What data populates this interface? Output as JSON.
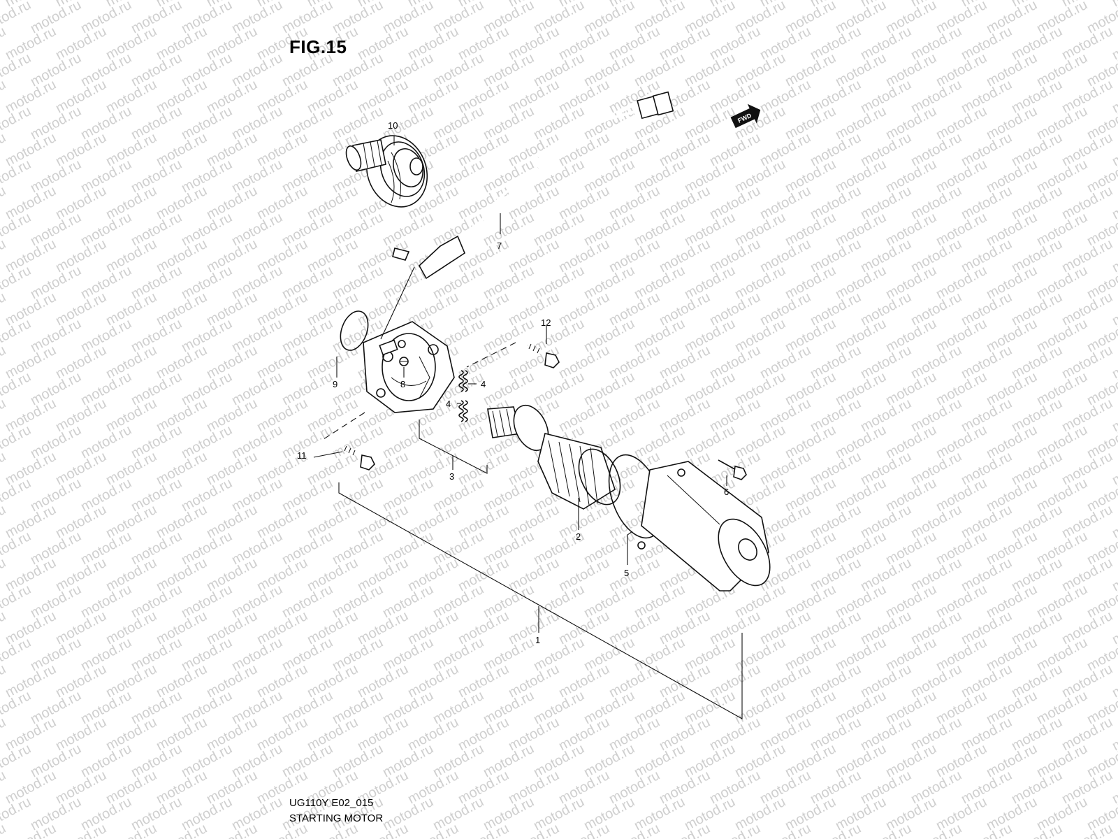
{
  "figure": {
    "title": "FIG.15",
    "model_code": "UG110Y E02_015",
    "name": "STARTING MOTOR"
  },
  "watermark": "motod.ru",
  "fwd_badge": "FWD",
  "callouts": [
    "1",
    "2",
    "3",
    "4",
    "4",
    "5",
    "6",
    "7",
    "8",
    "9",
    "10",
    "11",
    "12"
  ]
}
